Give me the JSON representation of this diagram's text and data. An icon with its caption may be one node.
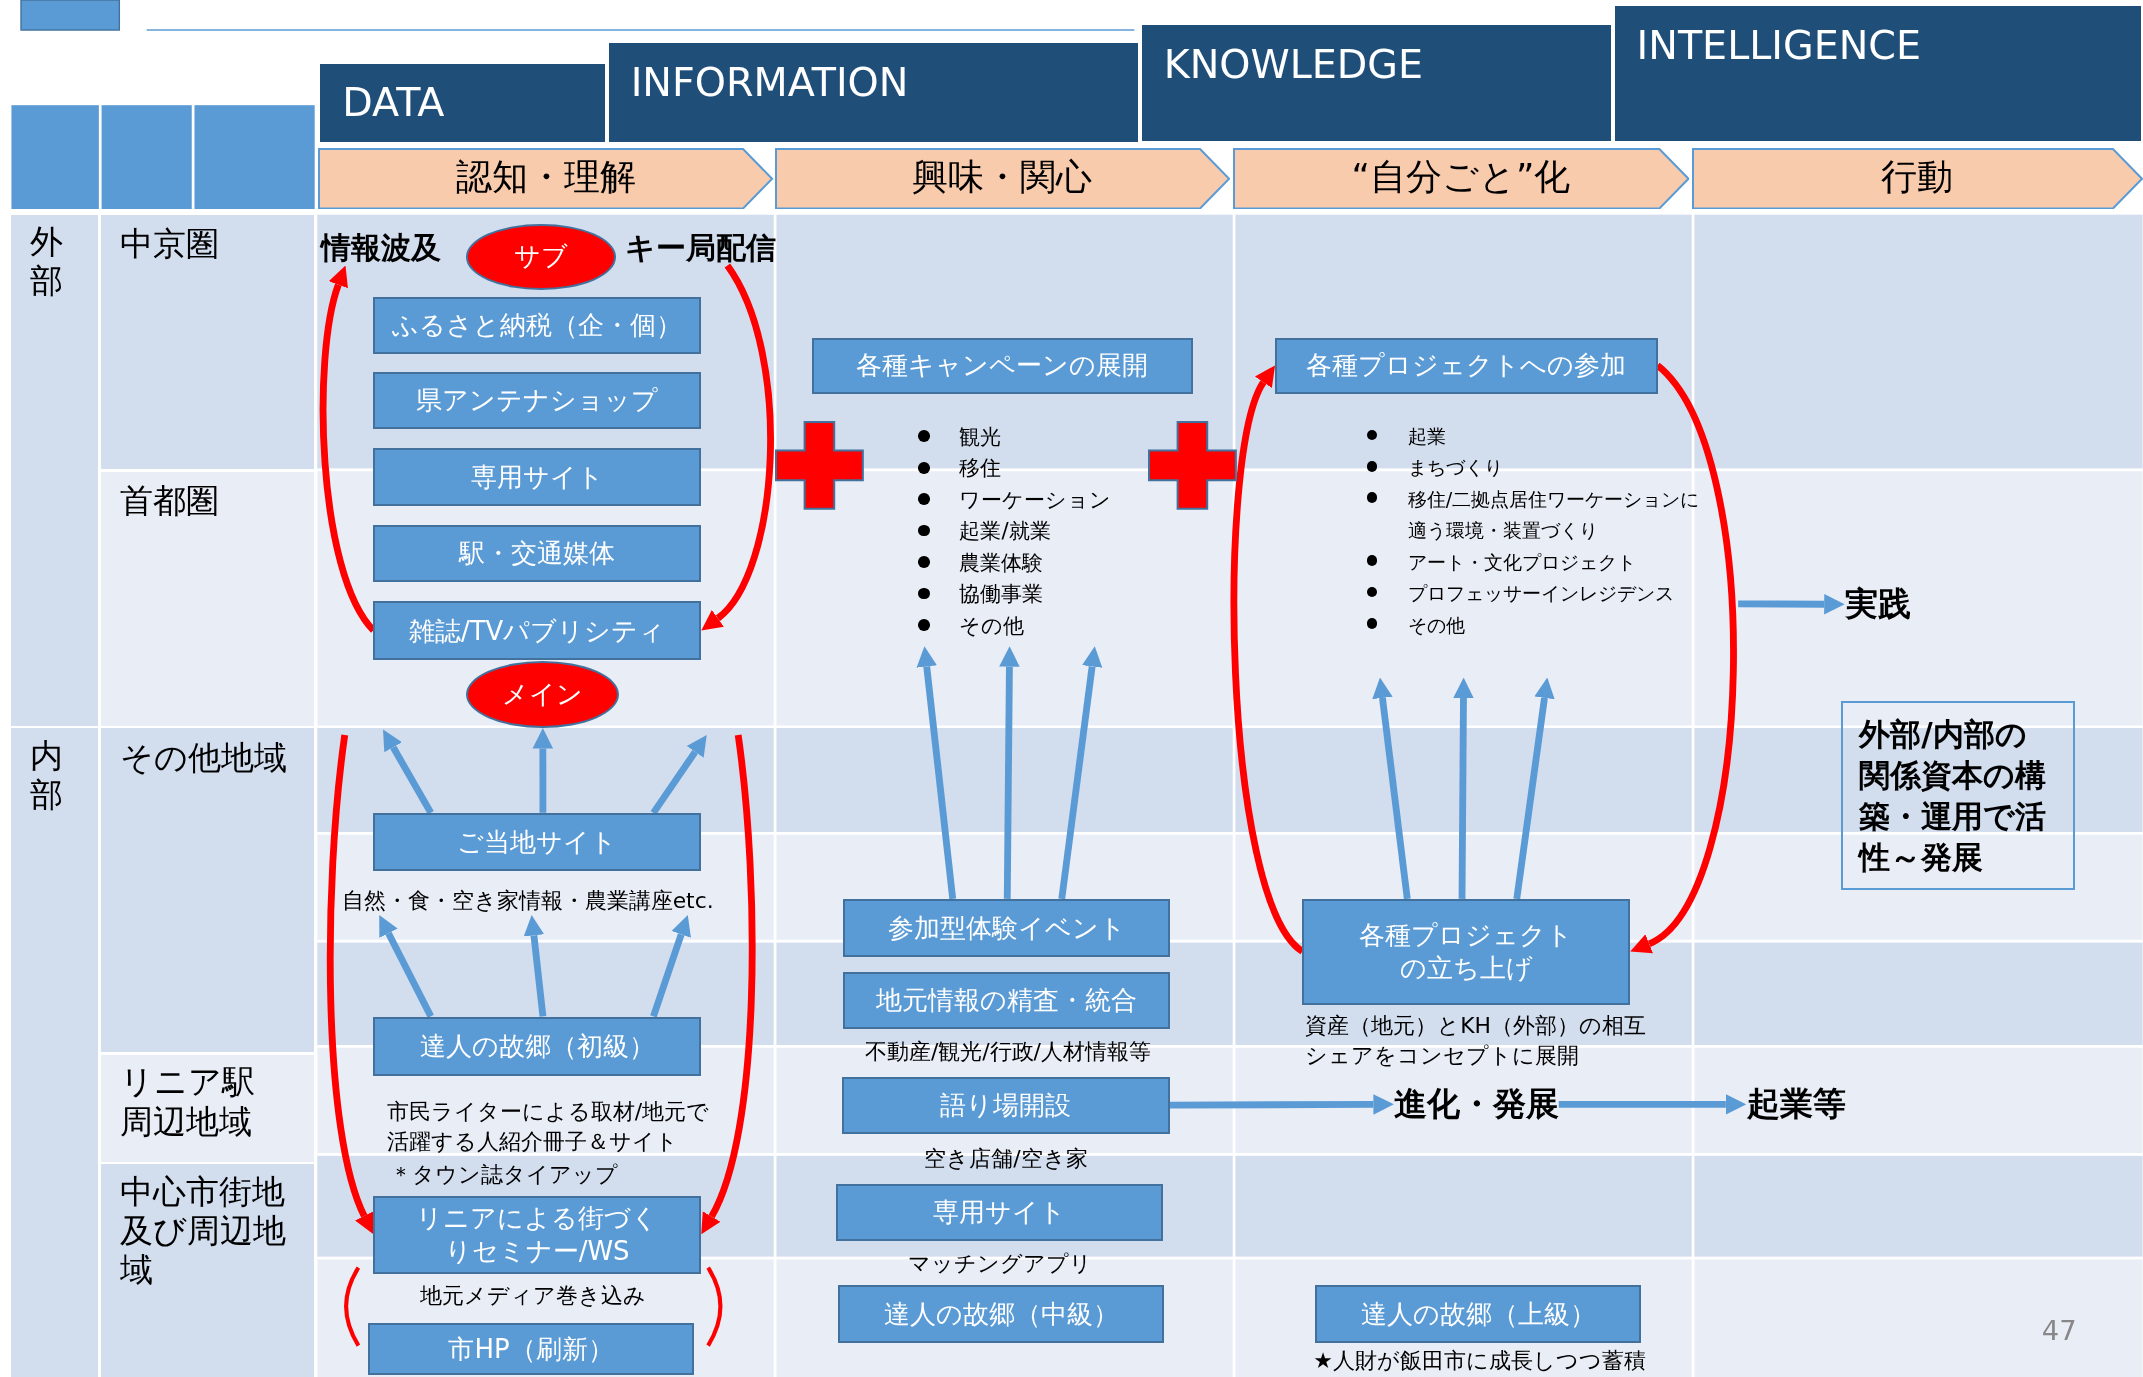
{
  "diagram": {
    "nodes": [
      {
        "text": [
          "DATA"
        ]
      },
      {
        "text": [
          "INFORMATION"
        ]
      },
      {
        "text": [
          "KNOWLEDGE"
        ]
      },
      {
        "text": [
          "INTELLIGENCE"
        ]
      },
      {
        "text": [
          "認知・理解"
        ]
      },
      {
        "text": [
          "興味・関心"
        ]
      },
      {
        "text": [
          "“自分ごと”化"
        ]
      },
      {
        "text": [
          "行動"
        ]
      },
      {
        "text": [
          "情報波及"
        ]
      },
      {
        "text": [
          "サブ"
        ]
      },
      {
        "text": [
          "キー局配信"
        ]
      },
      {
        "text": [
          "ふるさと納税（企・個）"
        ]
      },
      {
        "text": [
          "県アンテナショップ"
        ]
      },
      {
        "text": [
          "専用サイト"
        ]
      },
      {
        "text": [
          "駅・交通媒体"
        ]
      },
      {
        "text": [
          "雑誌/TVパブリシティ"
        ]
      },
      {
        "text": [
          "メイン"
        ]
      },
      {
        "text": [
          "ご当地サイト"
        ]
      },
      {
        "text": [
          "自然・食・空き家情報・農業講座etc."
        ]
      },
      {
        "text": [
          "達人の故郷（初級）"
        ],
        "beside": [
          "市民ライターによる取材/地元で活躍する人紹介冊子＆サイト",
          "＊タウン誌タイアップ"
        ]
      },
      {
        "text": [
          "リニアによる街づくりセミナー/WS"
        ],
        "beside": [
          "地元メディア巻き込み"
        ]
      },
      {
        "text": [
          "市HP（刷新）"
        ]
      },
      {
        "text": [
          "各種キャンペーンの展開"
        ]
      },
      {
        "text": [
          "観光",
          "移住",
          "ワーケーション",
          "起業/就業",
          "農業体験",
          "協働事業",
          "その他"
        ]
      },
      {
        "text": [
          "参加型体験イベント"
        ]
      },
      {
        "text": [
          "地元情報の精査・統合"
        ],
        "beside": [
          "不動産/観光/行政/人材情報等"
        ]
      },
      {
        "text": [
          "語り場開設"
        ],
        "beside": [
          "空き店舗/空き家"
        ]
      },
      {
        "text": [
          "専用サイト"
        ],
        "beside": [
          "マッチングアプリ"
        ]
      },
      {
        "text": [
          "達人の故郷（中級）"
        ]
      },
      {
        "text": [
          "各種プロジェクトへの参加"
        ]
      },
      {
        "text": [
          "起業",
          "まちづくり",
          "移住/二拠点居住ワーケーションに適う環境・装置づくり",
          "アート・文化プロジェクト",
          "プロフェッサーインレジデンス",
          "その他"
        ]
      },
      {
        "text": [
          "各種プロジェクトの立ち上げ"
        ],
        "beside": [
          "資産（地元）とKH（外部）の相互シェアをコンセプトに展開"
        ]
      },
      {
        "text": [
          "達人の故郷（上級）"
        ],
        "beside": [
          "★人財が飯田市に成長しつつ蓄積"
        ]
      },
      {
        "text": [
          "進化・発展"
        ]
      },
      {
        "text": [
          "起業等"
        ]
      },
      {
        "text": [
          "実践"
        ]
      },
      {
        "text": [
          "外部/内部の関係資本の構築・運用で活性～発展"
        ]
      },
      {
        "text": [],
        "shape": "cross"
      },
      {
        "text": [],
        "shape": "cross"
      }
    ],
    "edges": [
      {
        "from": 15,
        "to": 8,
        "arrow": "to",
        "color": "#ff0000"
      },
      {
        "from": 10,
        "to": 15,
        "arrow": "to",
        "color": "#ff0000"
      },
      {
        "from": 17,
        "to": null,
        "arrow": "to"
      },
      {
        "from": 17,
        "to": 16,
        "arrow": "to"
      },
      {
        "from": 17,
        "to": null,
        "arrow": "to"
      },
      {
        "from": 19,
        "to": 18,
        "arrow": "to"
      },
      {
        "from": 19,
        "to": 18,
        "arrow": "to"
      },
      {
        "from": 19,
        "to": 18,
        "arrow": "to"
      },
      {
        "from": null,
        "to": 20,
        "arrow": "to",
        "color": "#ff0000"
      },
      {
        "from": null,
        "to": 20,
        "arrow": "to",
        "color": "#ff0000"
      },
      {
        "from": 24,
        "to": 23,
        "arrow": "to"
      },
      {
        "from": 24,
        "to": 23,
        "arrow": "to"
      },
      {
        "from": 24,
        "to": 23,
        "arrow": "to"
      },
      {
        "from": 31,
        "to": 29,
        "arrow": "to",
        "color": "#ff0000"
      },
      {
        "from": 29,
        "to": 31,
        "arrow": "to",
        "color": "#ff0000"
      },
      {
        "from": 31,
        "to": 30,
        "arrow": "to"
      },
      {
        "from": 31,
        "to": 30,
        "arrow": "to"
      },
      {
        "from": 31,
        "to": 30,
        "arrow": "to"
      },
      {
        "from": 26,
        "to": 33,
        "arrow": "to"
      },
      {
        "from": 33,
        "to": 34,
        "arrow": "to"
      },
      {
        "from": null,
        "to": 35,
        "arrow": "to"
      }
    ],
    "labels": [
      "外部",
      "中京圏",
      "首都圏",
      "内部",
      "その他地域",
      "リニア駅周辺地域",
      "中心市街地及び周辺地域",
      "47"
    ]
  }
}
